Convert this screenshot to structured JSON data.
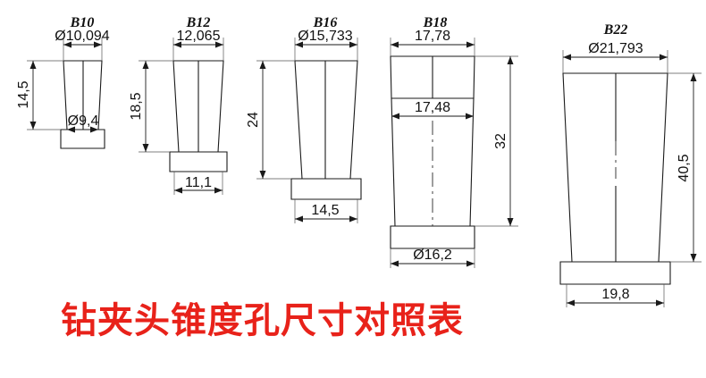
{
  "title": "钻夹头锥度孔尺寸对照表",
  "accent_color": "#e8221a",
  "line_color": "#1a1a1a",
  "background_color": "#ffffff",
  "units": "mm",
  "decimal_separator": ",",
  "diameter_symbol": "Ø",
  "parts": [
    {
      "id": "b10",
      "label": "B10",
      "top_dim": "Ø10,094",
      "bottom_dim": "Ø9,4",
      "height_dim": "14,5",
      "top_dim_value": 10.094,
      "bottom_dim_value": 9.4,
      "height_value": 14.5,
      "mid_dim": null
    },
    {
      "id": "b12",
      "label": "B12",
      "top_dim": "12,065",
      "bottom_dim": "11,1",
      "height_dim": "18,5",
      "top_dim_value": 12.065,
      "bottom_dim_value": 11.1,
      "height_value": 18.5,
      "mid_dim": null
    },
    {
      "id": "b16",
      "label": "B16",
      "top_dim": "Ø15,733",
      "bottom_dim": "14,5",
      "height_dim": "24",
      "top_dim_value": 15.733,
      "bottom_dim_value": 14.5,
      "height_value": 24,
      "mid_dim": null
    },
    {
      "id": "b18",
      "label": "B18",
      "top_dim": "17,78",
      "bottom_dim": "Ø16,2",
      "height_dim": "32",
      "top_dim_value": 17.78,
      "bottom_dim_value": 16.2,
      "height_value": 32,
      "mid_dim": "17,48",
      "mid_dim_value": 17.48
    },
    {
      "id": "b22",
      "label": "B22",
      "top_dim": "Ø21,793",
      "bottom_dim": "19,8",
      "height_dim": "40,5",
      "top_dim_value": 21.793,
      "bottom_dim_value": 19.8,
      "height_value": 40.5,
      "mid_dim": null
    }
  ]
}
